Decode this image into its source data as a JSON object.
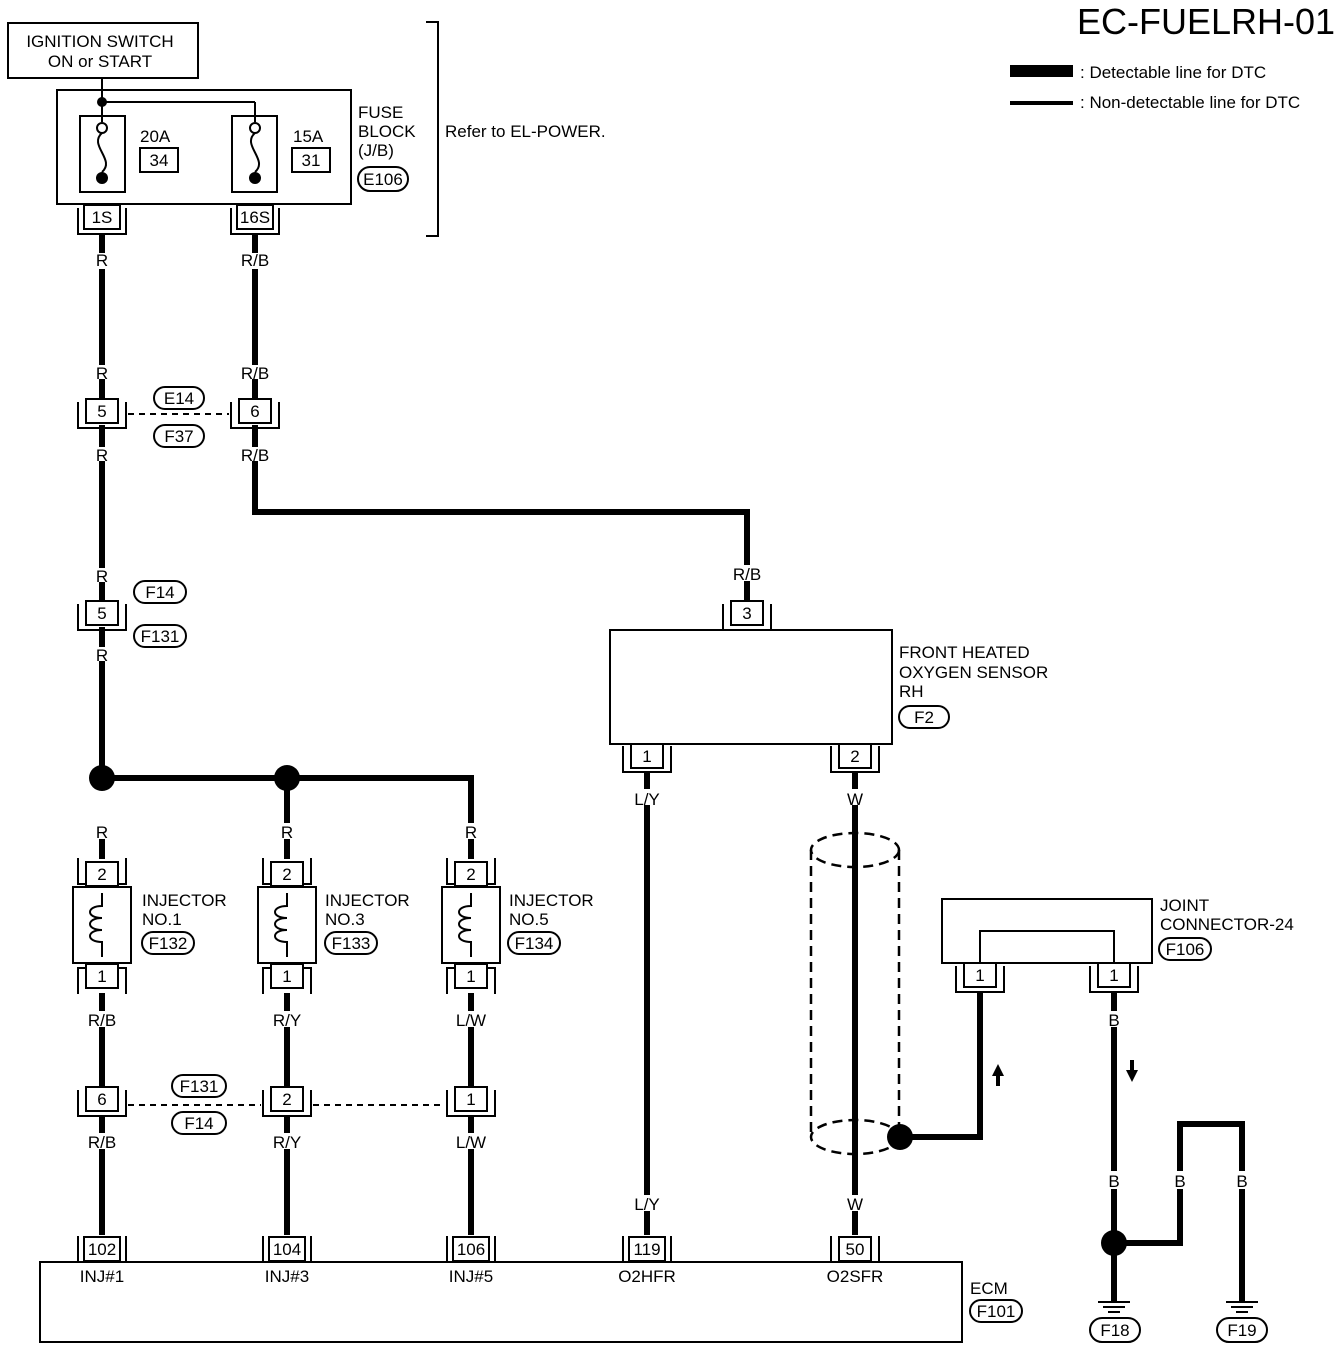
{
  "title": "EC-FUELRH-01",
  "legend": {
    "detectable": ": Detectable line for DTC",
    "non_detectable": ": Non-detectable line for DTC"
  },
  "ignition": {
    "line1": "IGNITION SWITCH",
    "line2": "ON or START"
  },
  "fuse_block": {
    "label1": "FUSE",
    "label2": "BLOCK",
    "label3": "(J/B)",
    "connector": "E106",
    "refer": "Refer to EL-POWER.",
    "fuse1_amp": "20A",
    "fuse1_num": "34",
    "fuse2_amp": "15A",
    "fuse2_num": "31",
    "pin1": "1S",
    "pin2": "16S"
  },
  "wires": {
    "r": "R",
    "rb": "R/B",
    "ry": "R/Y",
    "lw": "L/W",
    "ly": "L/Y",
    "w": "W",
    "b": "B"
  },
  "conn_e14": {
    "id_top": "E14",
    "id_bottom": "F37",
    "pin_a": "5",
    "pin_b": "6"
  },
  "conn_f14": {
    "id_top": "F14",
    "id_bottom": "F131",
    "pin": "5"
  },
  "sensor": {
    "line1": "FRONT HEATED",
    "line2": "OXYGEN SENSOR",
    "line3": "RH",
    "connector": "F2",
    "pin_top": "3",
    "pin1": "1",
    "pin2": "2"
  },
  "injectors": [
    {
      "label": "INJECTOR",
      "num": "NO.1",
      "connector": "F132",
      "pin_top": "2",
      "pin_bottom": "1"
    },
    {
      "label": "INJECTOR",
      "num": "NO.3",
      "connector": "F133",
      "pin_top": "2",
      "pin_bottom": "1"
    },
    {
      "label": "INJECTOR",
      "num": "NO.5",
      "connector": "F134",
      "pin_top": "2",
      "pin_bottom": "1"
    }
  ],
  "conn_f131": {
    "id_top": "F131",
    "id_bottom": "F14",
    "pin_a": "6",
    "pin_b": "2",
    "pin_c": "1"
  },
  "joint": {
    "line1": "JOINT",
    "line2": "CONNECTOR-24",
    "connector": "F106",
    "pin_a": "1",
    "pin_b": "1"
  },
  "ecm": {
    "label": "ECM",
    "connector": "F101",
    "pins": [
      "102",
      "104",
      "106",
      "119",
      "50"
    ],
    "terminals": [
      "INJ#1",
      "INJ#3",
      "INJ#5",
      "O2HFR",
      "O2SFR"
    ]
  },
  "grounds": {
    "g1": "F18",
    "g2": "F19"
  }
}
